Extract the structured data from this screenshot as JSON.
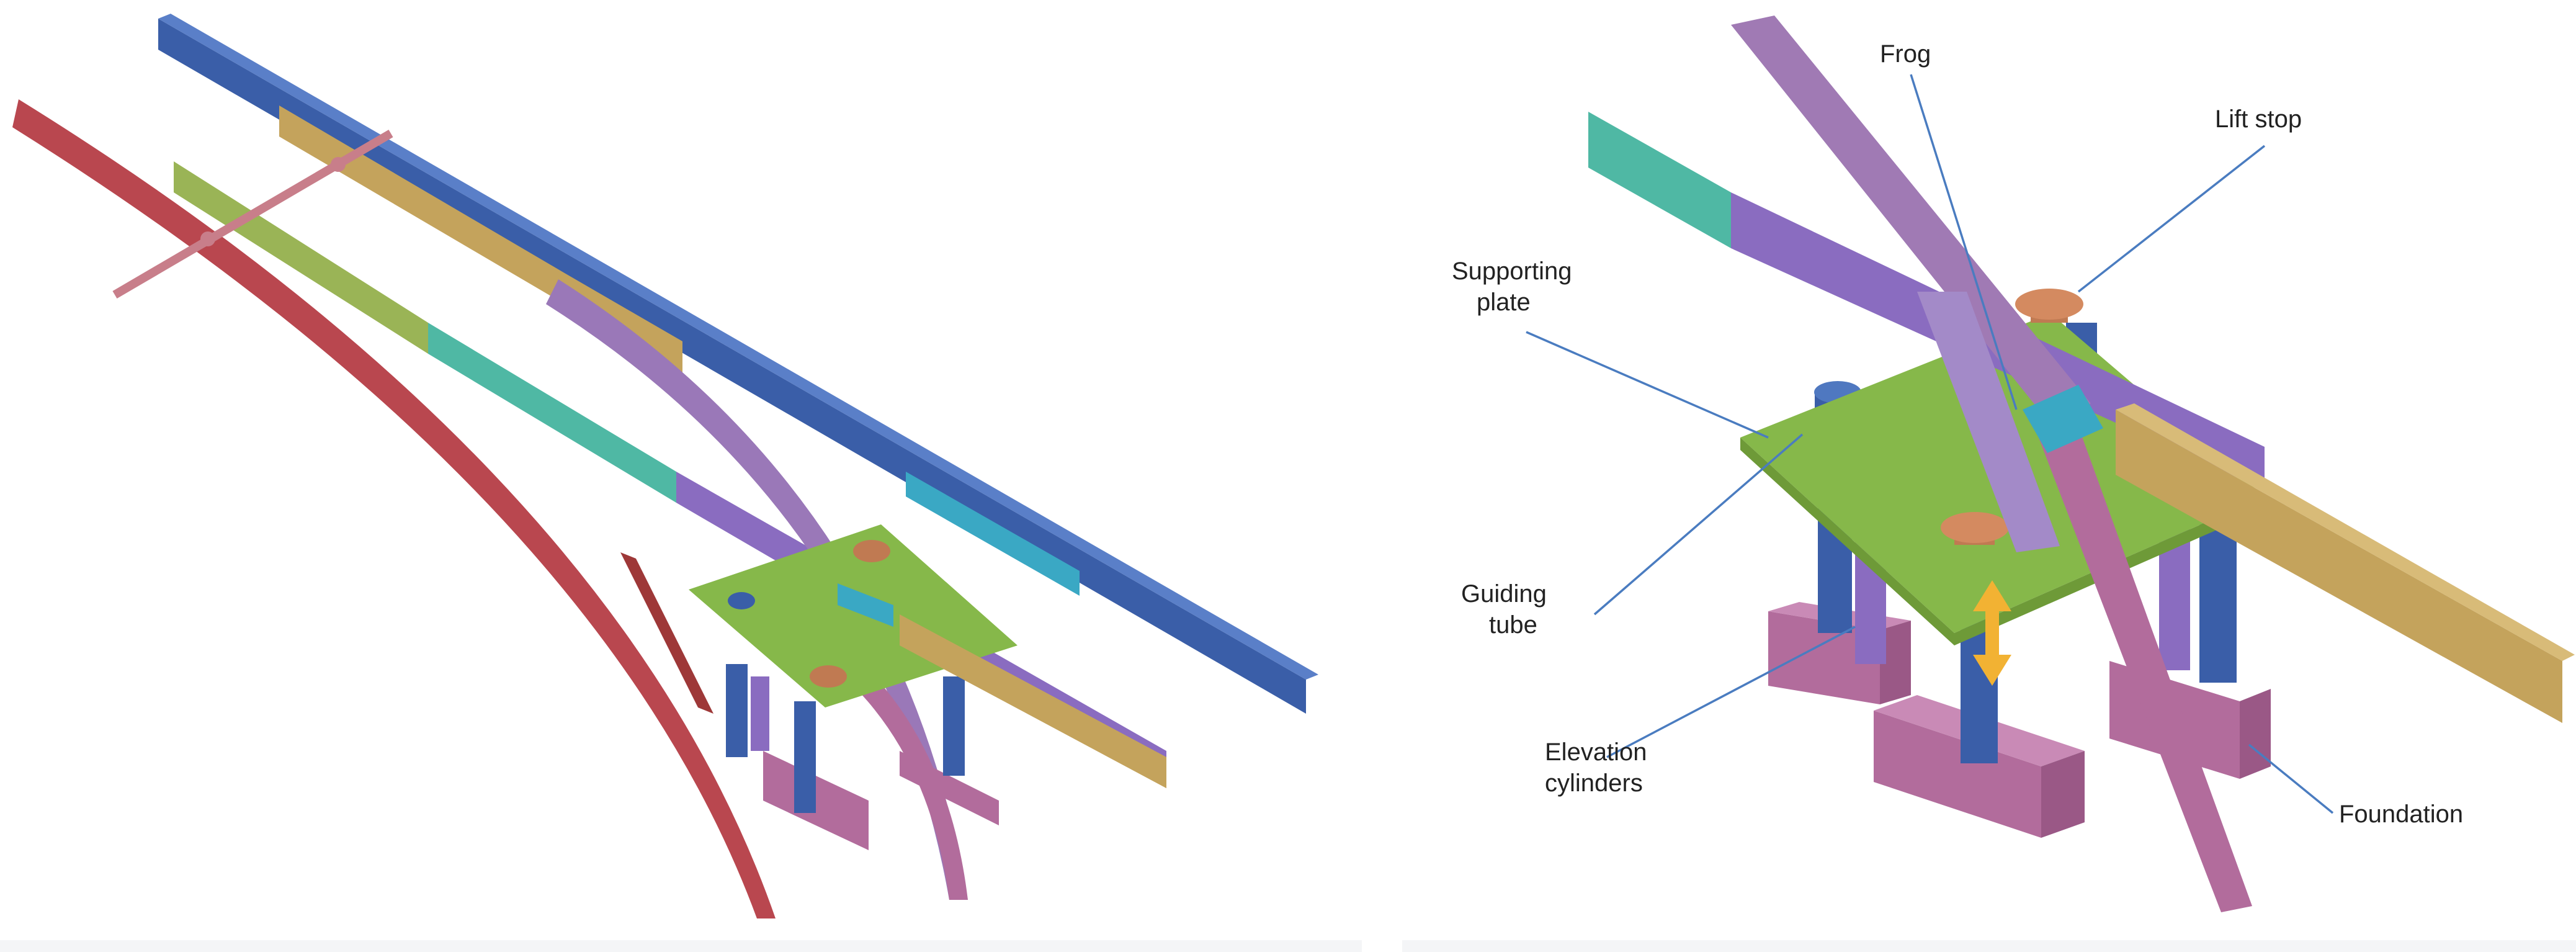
{
  "labels": {
    "frog": "Frog",
    "lift_stop": "Lift stop",
    "supporting_plate_1": "Supporting",
    "supporting_plate_2": "plate",
    "guiding_tube_1": "Guiding",
    "guiding_tube_2": "tube",
    "elevation_cylinders_1": "Elevation",
    "elevation_cylinders_2": "cylinders",
    "foundation": "Foundation"
  },
  "colors": {
    "blue_rail": "#3a5ea8",
    "red_rail": "#b9474f",
    "tan_rail": "#c4a35c",
    "teal": "#4fb8a4",
    "purple": "#8a6cc0",
    "green_plate": "#86b84a",
    "copper": "#c07a52",
    "pink_base": "#b26c9c",
    "cyan_block": "#3aa8c4",
    "arrow_orange": "#f2b233",
    "leader_line": "#4a7cc0"
  }
}
